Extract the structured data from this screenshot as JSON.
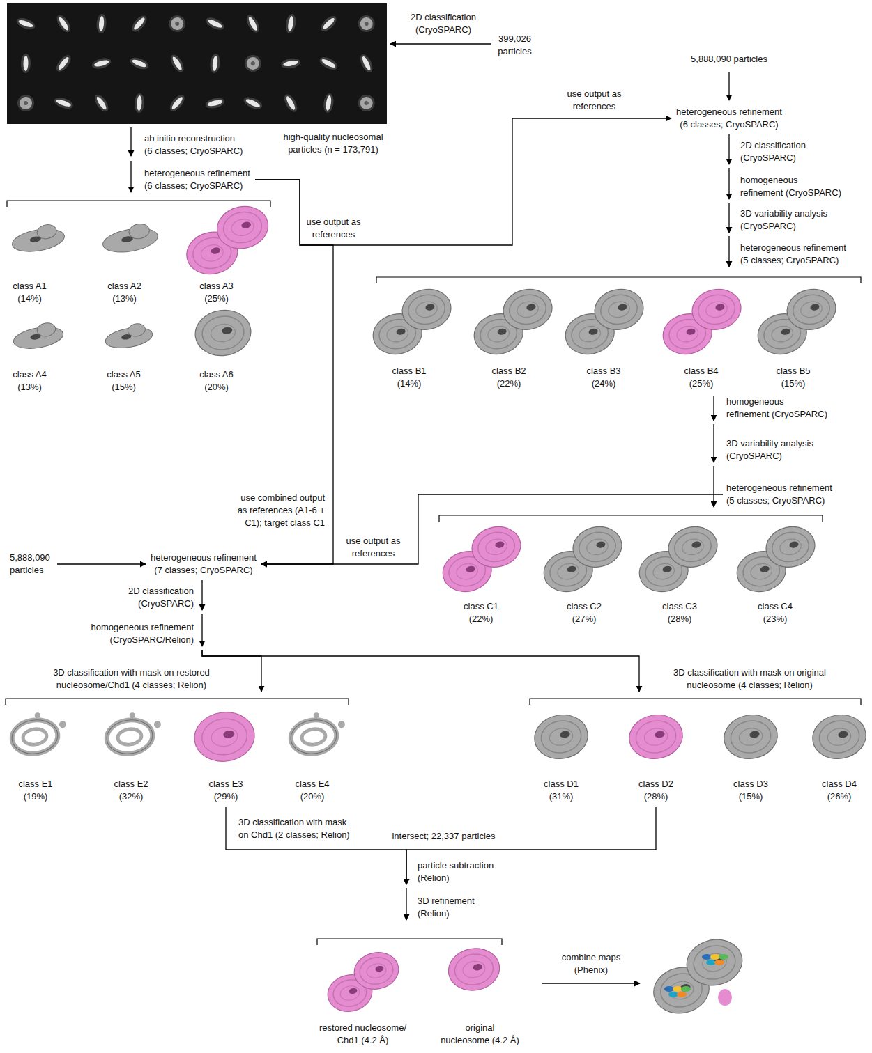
{
  "diagram": {
    "nodes": [
      {
        "text": [
          "399,026 particles"
        ]
      },
      {
        "text": [
          "ab initio reconstruction (6 classes; CryoSPARC)"
        ]
      },
      {
        "text": [
          "heterogeneous refinement (6 classes; CryoSPARC)"
        ]
      },
      {
        "text": [
          "class A1 (14%)"
        ]
      },
      {
        "text": [
          "class A2 (13%)"
        ]
      },
      {
        "text": [
          "class A3 (25%)"
        ]
      },
      {
        "text": [
          "class A4 (13%)"
        ]
      },
      {
        "text": [
          "class A5 (15%)"
        ]
      },
      {
        "text": [
          "class A6 (20%)"
        ]
      },
      {
        "text": [
          "5,888,090 particles"
        ]
      },
      {
        "text": [
          "heterogeneous refinement (6 classes; CryoSPARC)"
        ]
      },
      {
        "text": [
          "2D classification (CryoSPARC)"
        ]
      },
      {
        "text": [
          "homogeneous refinement (CryoSPARC)"
        ]
      },
      {
        "text": [
          "3D variability analysis (CryoSPARC)"
        ]
      },
      {
        "text": [
          "heterogeneous refinement (5 classes; CryoSPARC)"
        ]
      },
      {
        "text": [
          "class B1 (14%)"
        ]
      },
      {
        "text": [
          "class B2 (22%)"
        ]
      },
      {
        "text": [
          "class B3 (24%)"
        ]
      },
      {
        "text": [
          "class B4 (25%)"
        ]
      },
      {
        "text": [
          "class B5 (15%)"
        ]
      },
      {
        "text": [
          "homogeneous refinement (CryoSPARC)"
        ]
      },
      {
        "text": [
          "3D variability analysis (CryoSPARC)"
        ]
      },
      {
        "text": [
          "heterogeneous refinement (5 classes; CryoSPARC)"
        ]
      },
      {
        "text": [
          "class C1 (22%)"
        ]
      },
      {
        "text": [
          "class C2 (27%)"
        ]
      },
      {
        "text": [
          "class C3 (28%)"
        ]
      },
      {
        "text": [
          "class C4 (23%)"
        ]
      },
      {
        "text": [
          "5,888,090 particles"
        ]
      },
      {
        "text": [
          "heterogeneous refinement (7 classes; CryoSPARC)"
        ]
      },
      {
        "text": [
          "2D classification (CryoSPARC)"
        ]
      },
      {
        "text": [
          "homogeneous refinement (CryoSPARC/Relion)"
        ]
      },
      {
        "text": [
          "3D classification with mask on restored nucleosome/Chd1 (4 classes; Relion)"
        ]
      },
      {
        "text": [
          "3D classification with mask on original nucleosome (4 classes; Relion)"
        ]
      },
      {
        "text": [
          "class E1 (19%)"
        ]
      },
      {
        "text": [
          "class E2 (32%)"
        ]
      },
      {
        "text": [
          "class E3 (29%)"
        ]
      },
      {
        "text": [
          "class E4 (20%)"
        ]
      },
      {
        "text": [
          "class D1 (31%)"
        ]
      },
      {
        "text": [
          "class D2 (28%)"
        ]
      },
      {
        "text": [
          "class D3 (15%)"
        ]
      },
      {
        "text": [
          "class D4 (26%)"
        ]
      },
      {
        "text": [
          "3D classification with mask on Chd1 (2 classes; Relion)"
        ]
      },
      {
        "text": [
          "particle subtraction (Relion)"
        ]
      },
      {
        "text": [
          "3D refinement (Relion)"
        ]
      },
      {
        "text": [
          "restored nucleosome/ Chd1 (4.2 Å)"
        ]
      },
      {
        "text": [
          "original nucleosome (4.2 Å)"
        ]
      }
    ],
    "edges": [
      {
        "from": 1,
        "to": 2,
        "arrow": "to"
      },
      {
        "from": 2,
        "to": 10,
        "label": "use output as references",
        "arrow": "to"
      },
      {
        "from": 2,
        "to": 28,
        "label": "use output as references",
        "arrow": "to"
      },
      {
        "from": 9,
        "to": 10,
        "arrow": "to"
      },
      {
        "from": 10,
        "to": 11,
        "arrow": "to"
      },
      {
        "from": 11,
        "to": 12,
        "arrow": "to"
      },
      {
        "from": 12,
        "to": 13,
        "arrow": "to"
      },
      {
        "from": 13,
        "to": 14,
        "arrow": "to"
      },
      {
        "from": 18,
        "to": 20,
        "arrow": "to"
      },
      {
        "from": 20,
        "to": 21,
        "arrow": "to"
      },
      {
        "from": 21,
        "to": 22,
        "arrow": "to"
      },
      {
        "from": 22,
        "to": 28,
        "label": "use output as references",
        "arrow": "to"
      },
      {
        "from": 27,
        "to": 28,
        "arrow": "to"
      },
      {
        "from": 28,
        "to": 29,
        "arrow": "to"
      },
      {
        "from": 29,
        "to": 30,
        "arrow": "to"
      },
      {
        "from": 30,
        "to": 31,
        "arrow": "to"
      },
      {
        "from": 30,
        "to": 32,
        "arrow": "to"
      },
      {
        "from": 35,
        "to": 41,
        "arrow": "none"
      },
      {
        "from": 41,
        "to": 42,
        "arrow": "to"
      },
      {
        "from": 38,
        "to": 42,
        "label": "intersect; 22,337 particles",
        "arrow": "to"
      },
      {
        "from": 42,
        "to": 43,
        "arrow": "to"
      }
    ],
    "labels": [
      "2D classification (CryoSPARC)",
      "high-quality nucleosomal particles (n = 173,791)",
      "use combined output as references (A1-6 + C1); target class C1",
      "combine maps (Phenix)"
    ]
  }
}
